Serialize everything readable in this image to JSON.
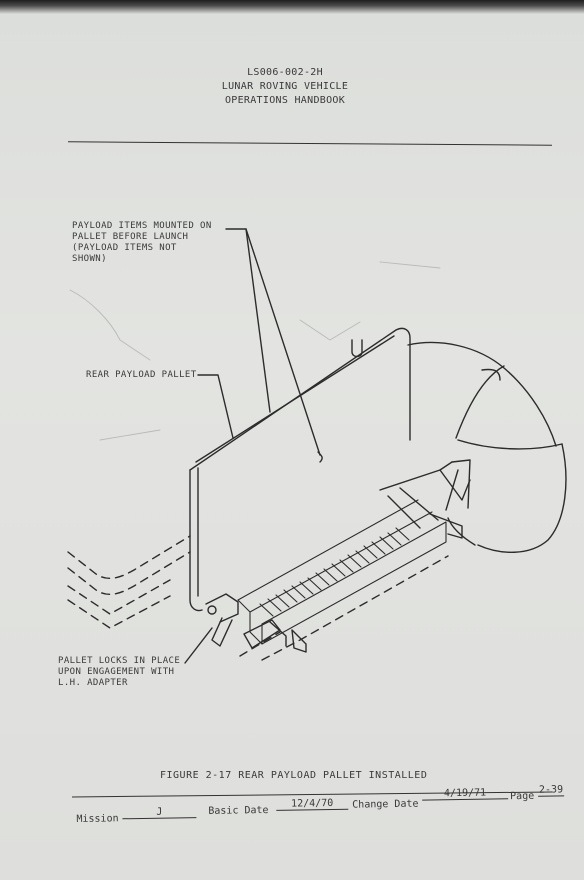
{
  "header": {
    "doc_number": "LS006-002-2H",
    "title_line1": "LUNAR ROVING VEHICLE",
    "title_line2": "OPERATIONS HANDBOOK"
  },
  "callouts": {
    "payload_items": "PAYLOAD ITEMS MOUNTED ON\nPALLET BEFORE LAUNCH\n(PAYLOAD ITEMS NOT\nSHOWN)",
    "rear_pallet": "REAR PAYLOAD PALLET",
    "pallet_locks": "PALLET LOCKS IN PLACE\nUPON ENGAGEMENT WITH\nL.H. ADAPTER"
  },
  "figure": {
    "caption": "FIGURE 2-17  REAR PAYLOAD PALLET INSTALLED"
  },
  "footer": {
    "mission_label": "Mission",
    "mission_value": "J",
    "basic_date_label": "Basic Date",
    "basic_date_value": "12/4/70",
    "change_date_label": "Change Date",
    "change_date_value": "4/19/71",
    "page_label": "Page",
    "page_value": "2-39"
  }
}
